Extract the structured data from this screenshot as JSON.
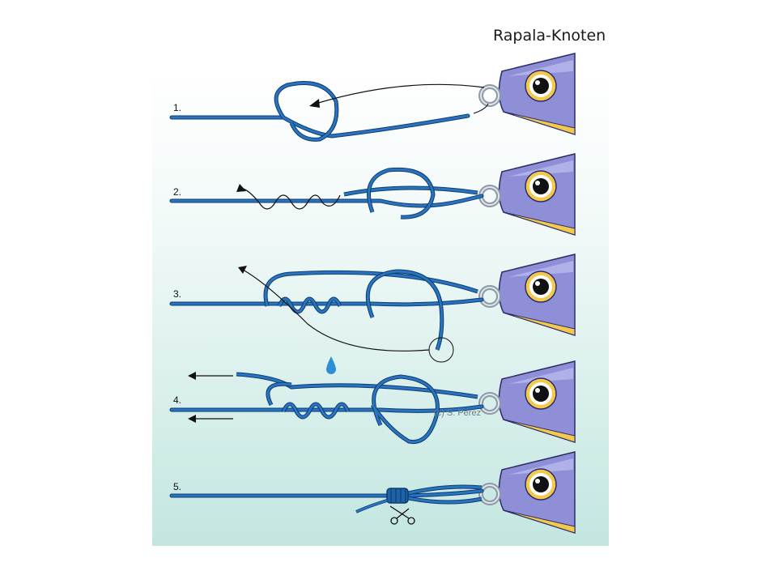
{
  "title": "Rapala-Knoten",
  "steps": [
    {
      "label": "1."
    },
    {
      "label": "2."
    },
    {
      "label": "3."
    },
    {
      "label": "4."
    },
    {
      "label": "5."
    }
  ],
  "copyright": "(c) S. Perez",
  "colors": {
    "line": "#1e63a8",
    "line_dark": "#0d3d70",
    "fish_body": "#8f8fd8",
    "fish_belly": "#f2c94c",
    "eye_ring": "#f2c94c",
    "panel": "#c3e6e0"
  },
  "icons": [
    "water-drop-icon",
    "scissors-icon",
    "arrow-icon"
  ]
}
